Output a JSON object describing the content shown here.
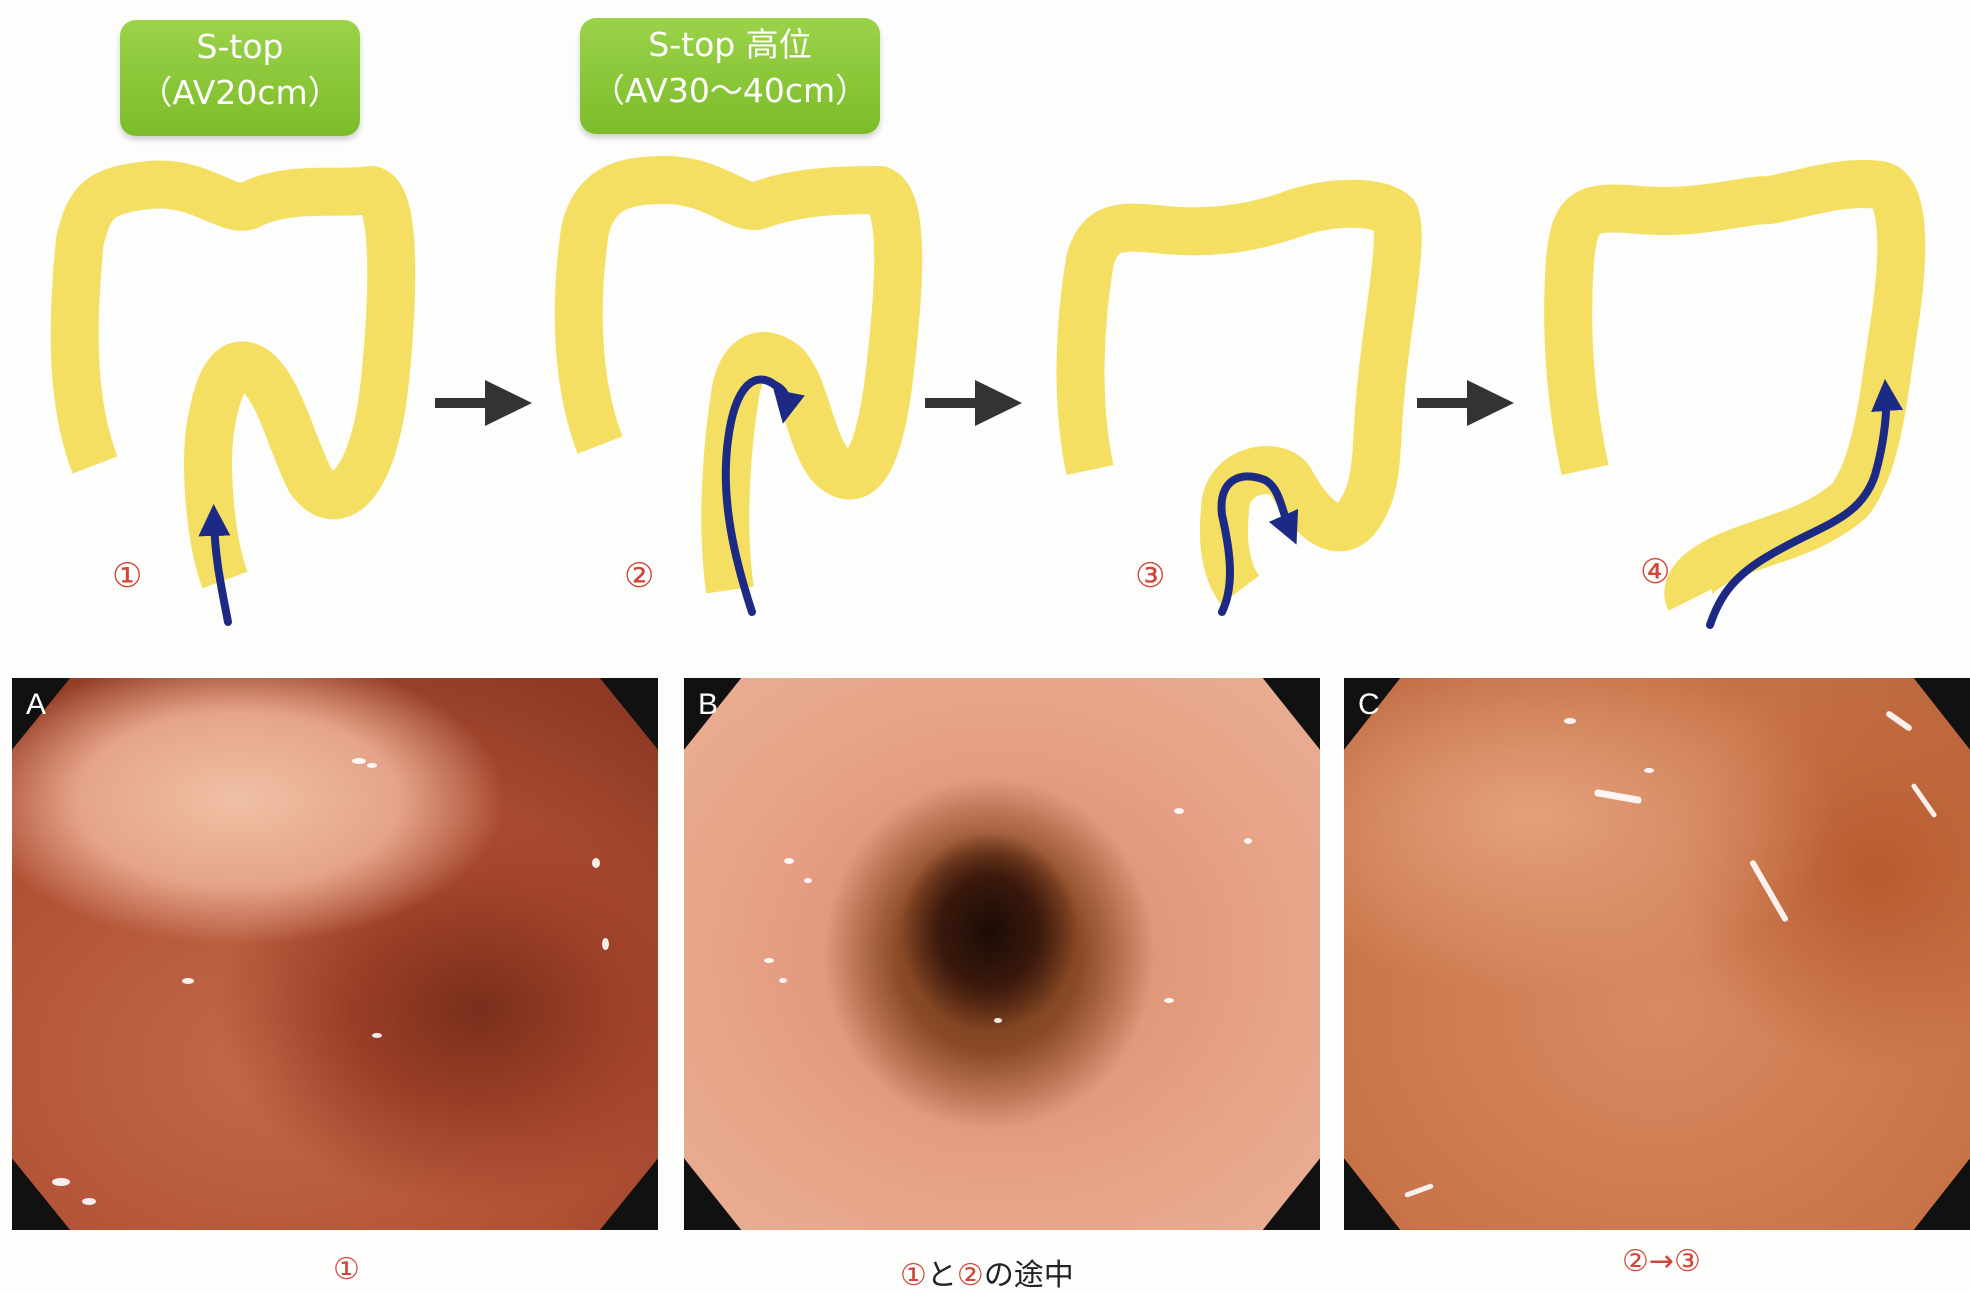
{
  "badges": [
    {
      "line1": "S-top",
      "line2": "（AV20cm）"
    },
    {
      "line1": "S-top 高位",
      "line2": "（AV30～40cm）"
    }
  ],
  "steps": [
    "①",
    "②",
    "③",
    "④"
  ],
  "photos": [
    {
      "letter": "A",
      "caption": "①"
    },
    {
      "letter": "B",
      "caption_parts": [
        "①",
        "と",
        "②",
        "の途中"
      ]
    },
    {
      "letter": "C",
      "caption": "②→③"
    }
  ],
  "colors": {
    "colon": "#f4df63",
    "scope_arrow": "#1c2a86",
    "step_arrow": "#333333",
    "badge": "#86c43a",
    "caption_red": "#d0463a"
  }
}
